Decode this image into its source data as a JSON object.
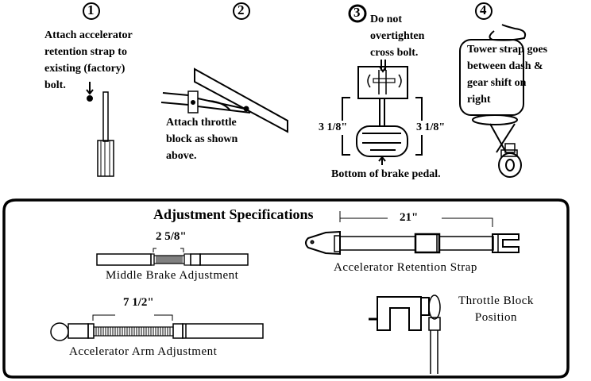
{
  "steps": [
    {
      "number": "1",
      "text": [
        "Attach accelerator",
        "retention strap to",
        "existing (factory)",
        "bolt."
      ]
    },
    {
      "number": "2",
      "text": [
        "Attach throttle",
        "block as shown",
        "above."
      ]
    },
    {
      "number": "3",
      "text": [
        "Do not",
        "overtighten",
        "cross bolt."
      ],
      "dim_left": "3 1/8\"",
      "dim_right": "3 1/8\"",
      "caption": "Bottom of brake pedal."
    },
    {
      "number": "4",
      "text": [
        "Tower strap goes",
        "between dash &",
        "gear shift on",
        "right"
      ]
    }
  ],
  "specs": {
    "title": "Adjustment Specifications",
    "middle_brake": {
      "dimension": "2 5/8\"",
      "label": "Middle Brake Adjustment"
    },
    "retention_strap": {
      "dimension": "21\"",
      "label": "Accelerator Retention Strap"
    },
    "accelerator_arm": {
      "dimension": "7 1/2\"",
      "label": "Accelerator Arm Adjustment"
    },
    "throttle_block": {
      "label": [
        "Throttle Block",
        "Position"
      ]
    }
  }
}
